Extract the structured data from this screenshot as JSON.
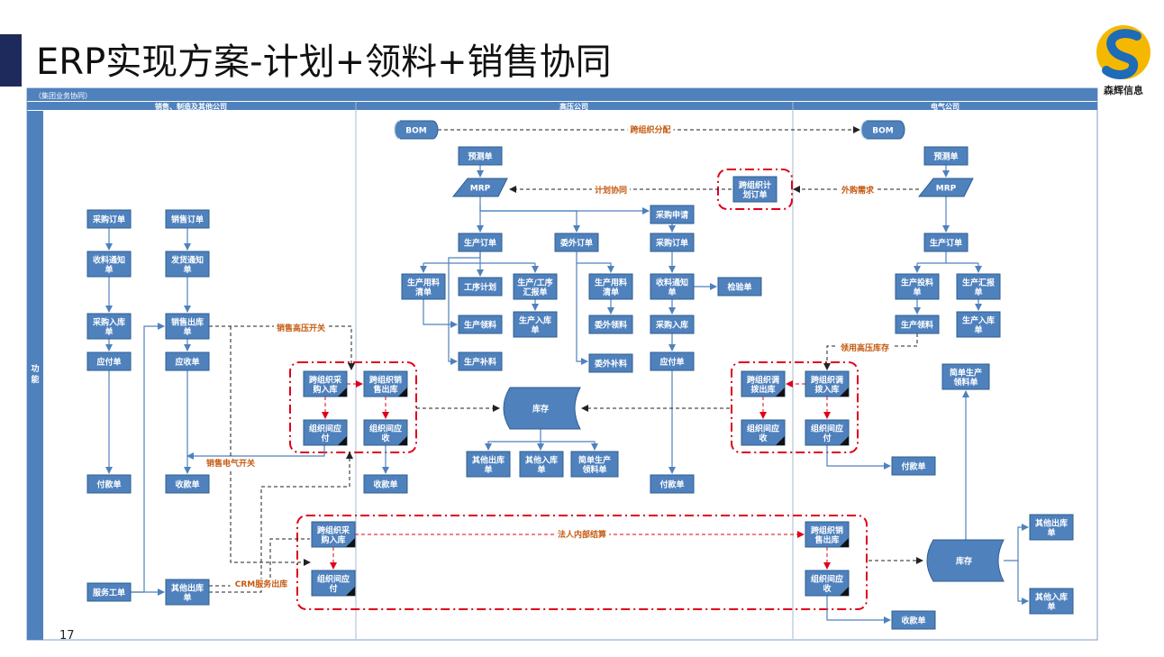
{
  "title": "ERP实现方案-计划+领料+销售协同",
  "logo_text": "森辉信息",
  "slide_number": "17",
  "swimlane": {
    "caption": "（集团业务协同）",
    "side_label": "功\n能",
    "lanes": [
      "销售、制造及其他公司",
      "高压公司",
      "电气公司"
    ]
  },
  "colors": {
    "header": "#4f81bd",
    "box": "#4f81bd",
    "box_border": "#2f5f8f",
    "red": "#e0001b",
    "orange": "#c55a11",
    "line": "#4f81bd"
  },
  "nodes": {
    "bom1": "BOM",
    "bom2": "BOM",
    "s_po": "采购订单",
    "s_receive": "收料通知单",
    "s_in": "采购入库单",
    "s_ap": "应付单",
    "s_pay": "付款单",
    "s_service": "服务工单",
    "s_so": "销售订单",
    "s_ship": "发货通知单",
    "s_out": "销售出库单",
    "s_ar": "应收单",
    "s_collect": "收款单",
    "s_other_out": "其他出库单",
    "h_x_in": "跨组织采购入库",
    "h_x_ap": "组织间应付",
    "h_x_out": "跨组织销售出库",
    "h_x_ar": "组织间应收",
    "h_collect": "收款单",
    "h_fc": "预测单",
    "h_mrp": "MRP",
    "h_mo": "生产订单",
    "h_bom_list": "生产用料清单",
    "h_route": "工序计划",
    "h_report": "生产/工序汇报单",
    "h_pick": "生产领料",
    "h_feed": "生产补料",
    "h_fin_in": "生产入库单",
    "h_sub": "委外订单",
    "h_sub_bom": "生产用料清单",
    "h_sub_pick": "委外领料",
    "h_sub_feed": "委外补料",
    "h_req": "采购申请",
    "h_po": "采购订单",
    "h_receive": "收料通知单",
    "h_inspect": "检验单",
    "h_in": "采购入库",
    "h_ap": "应付单",
    "h_pay": "付款单",
    "h_stock": "库存",
    "h_other_out": "其他出库单",
    "h_other_in": "其他入库单",
    "h_simple_pick": "简单生产领料单",
    "plan_order": "跨组织计划订单",
    "e_fc": "预测单",
    "e_mrp": "MRP",
    "e_mo": "生产订单",
    "e_feed": "生产投料单",
    "e_report": "生产汇报单",
    "e_pick": "生产领料",
    "e_fin_in": "生产入库单",
    "e_x_out": "跨组织调拨出库",
    "e_x_in": "跨组织调拨入库",
    "e_x_ar": "组织间应收",
    "e_x_ap": "组织间应付",
    "e_pay": "付款单",
    "e_simple_pick": "简单生产领料单",
    "b_x_in": "跨组织采购入库",
    "b_x_ap": "组织间应付",
    "b_x_out": "跨组织销售出库",
    "b_x_ar": "组织间应收",
    "b_collect": "收款单",
    "b_stock": "库存",
    "b_other_out": "其他出库单",
    "b_other_in": "其他入库单"
  },
  "annotations": {
    "cross_alloc": "跨组织分配",
    "plan_sync": "计划协同",
    "outsource_demand": "外购需求",
    "sales_hv_switch": "销售高压开关",
    "sales_elec_switch": "销售电气开关",
    "use_hv_stock": "领用高压库存",
    "intercompany_settle": "法人内部结算",
    "crm_out": "CRM服务出库"
  }
}
